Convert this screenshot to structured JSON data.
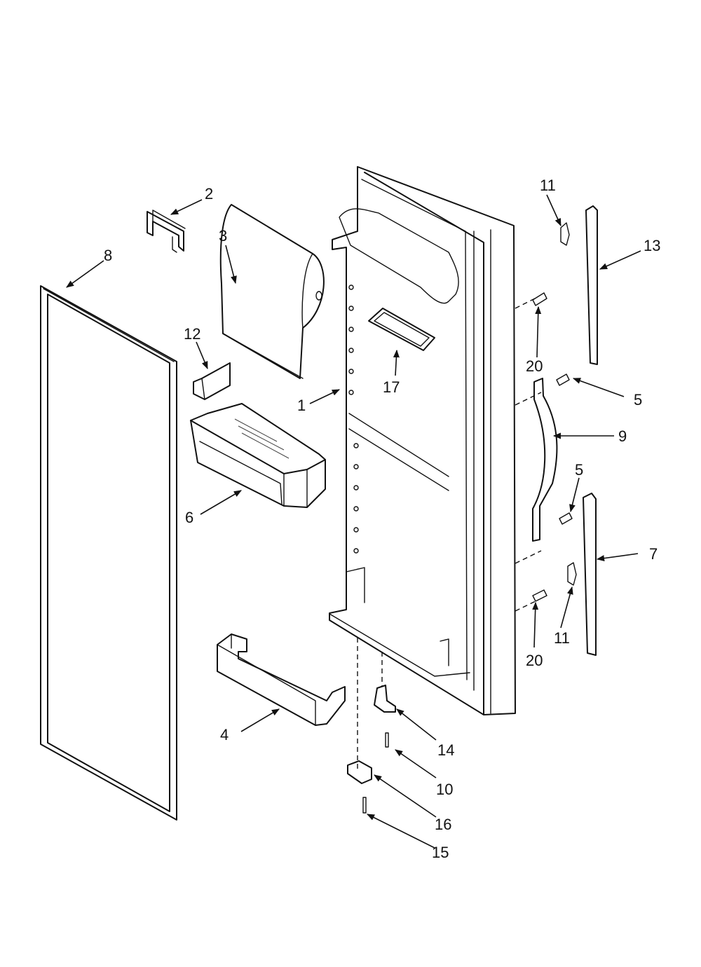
{
  "callouts": {
    "c1": "1",
    "c2": "2",
    "c3": "3",
    "c4": "4",
    "c5a": "5",
    "c5b": "5",
    "c6": "6",
    "c7": "7",
    "c8": "8",
    "c9": "9",
    "c10": "10",
    "c11a": "11",
    "c11b": "11",
    "c12": "12",
    "c13": "13",
    "c14": "14",
    "c15": "15",
    "c16": "16",
    "c17": "17",
    "c20a": "20",
    "c20b": "20"
  }
}
